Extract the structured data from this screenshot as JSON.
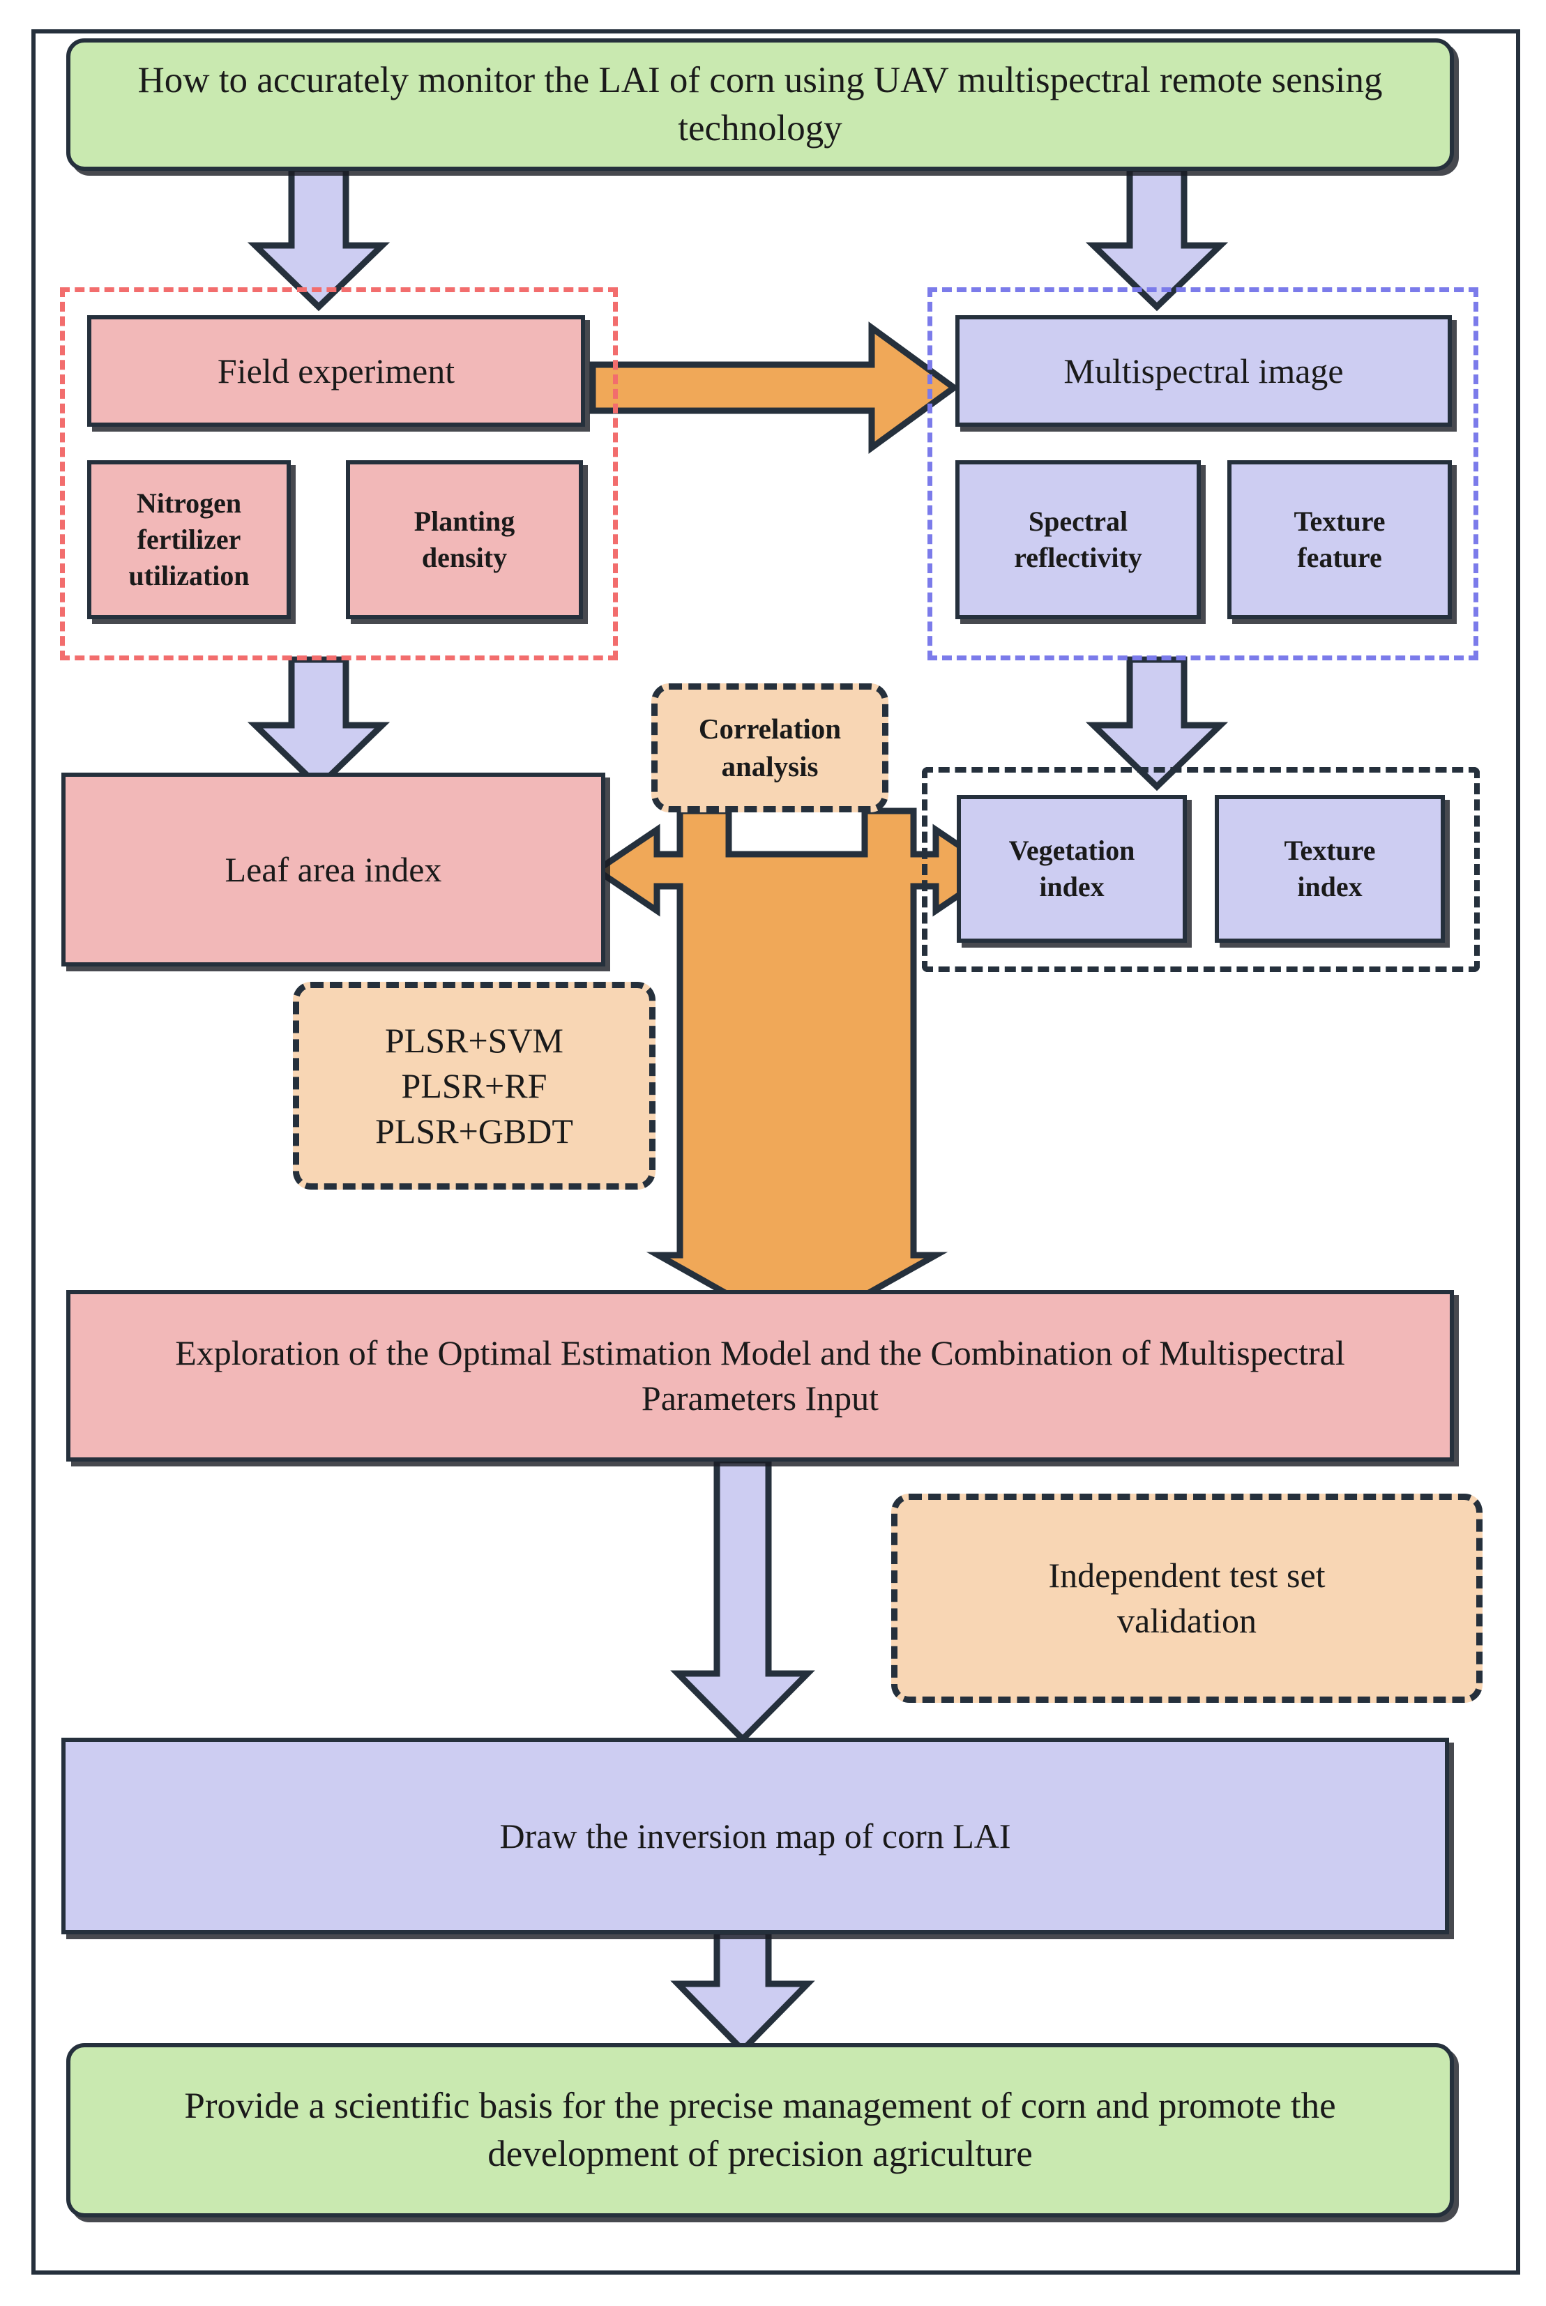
{
  "diagram": {
    "title_box": {
      "text": "How to accurately monitor the LAI of corn using UAV multispectral remote sensing technology",
      "color": "#c9e9b0"
    },
    "left_group": {
      "border_color": "#f26d6d",
      "main": {
        "label": "Field experiment",
        "color": "#f2b8b8"
      },
      "sub": [
        {
          "label": "Nitrogen\nfertilizer\nutilization",
          "color": "#f2b8b8"
        },
        {
          "label": "Planting\ndensity",
          "color": "#f2b8b8"
        }
      ]
    },
    "right_group": {
      "border_color": "#7b7bea",
      "main": {
        "label": "Multispectral image",
        "color": "#cdcdf2"
      },
      "sub": [
        {
          "label": "Spectral\nreflectivity",
          "color": "#cdcdf2"
        },
        {
          "label": "Texture\nfeature",
          "color": "#cdcdf2"
        }
      ]
    },
    "leaf_area_index": {
      "label": "Leaf area index",
      "color": "#f2b8b8"
    },
    "correlation_analysis": {
      "label": "Correlation\nanalysis",
      "color": "#f8d6b4"
    },
    "index_group": {
      "border_color": "#25303c",
      "items": [
        {
          "label": "Vegetation\nindex",
          "color": "#cdcdf2"
        },
        {
          "label": "Texture\nindex",
          "color": "#cdcdf2"
        }
      ]
    },
    "models_box": {
      "label": "PLSR+SVM\nPLSR+RF\nPLSR+GBDT",
      "color": "#f8d6b4",
      "models": [
        "PLSR+SVM",
        "PLSR+RF",
        "PLSR+GBDT"
      ]
    },
    "exploration_box": {
      "text": "Exploration of the Optimal Estimation Model and the Combination of Multispectral Parameters Input",
      "color": "#f2b8b8"
    },
    "validation_box": {
      "label": "Independent  test set\nvalidation",
      "color": "#f8d6b4"
    },
    "inversion_box": {
      "label": "Draw the inversion map of corn LAI",
      "color": "#cdcdf2"
    },
    "conclusion_box": {
      "text": "Provide a scientific basis for the precise management of corn and promote the development of precision agriculture",
      "color": "#c9e9b0"
    },
    "arrow_colors": {
      "blue_arrow": "#cdcdf2",
      "orange_arrow": "#f0a858",
      "stroke": "#25303c"
    }
  }
}
